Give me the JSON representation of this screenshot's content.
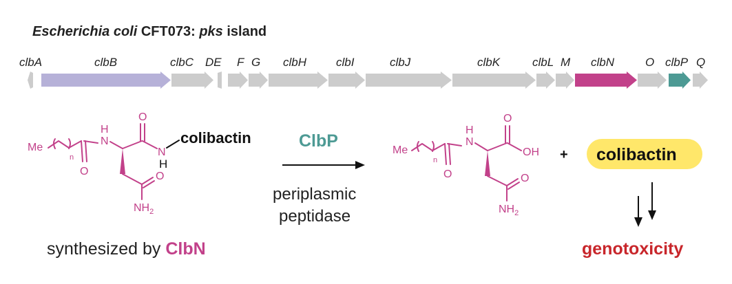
{
  "title": {
    "organism": "Escherichia coli",
    "strain": " CFT073: ",
    "island_italic": "pks",
    "island_word": " island"
  },
  "colors": {
    "gene_default": "#cccccc",
    "clbB": "#b6b1d8",
    "clbN": "#c2418a",
    "clbP": "#4d9a94",
    "magenta": "#c2418a",
    "teal": "#4d9a94",
    "red": "#c8262b",
    "highlight": "#ffe76a"
  },
  "genes": [
    "clbA",
    "clbB",
    "clbC",
    "DE",
    "F",
    "G",
    "clbH",
    "clbI",
    "clbJ",
    "clbK",
    "clbL",
    "M",
    "clbN",
    "O",
    "clbP",
    "Q"
  ],
  "reaction": {
    "substrate": {
      "me": "Me",
      "n": "n",
      "nh_top": "H",
      "n_top": "N",
      "o_left": "O",
      "o_top": "O",
      "n_right": "N",
      "h_right": "H",
      "o_side": "O",
      "nh2": "NH",
      "nh2_sub": "2",
      "attached": "colibactin"
    },
    "enzyme": "ClbP",
    "enzyme_desc_line1": "periplasmic",
    "enzyme_desc_line2": "peptidase",
    "product": {
      "me": "Me",
      "n": "n",
      "n_top": "N",
      "nh_top": "H",
      "o_left": "O",
      "o_top": "O",
      "oh": "OH",
      "o_side": "O",
      "nh2": "NH",
      "nh2_sub": "2"
    },
    "plus": "+",
    "released": "colibactin",
    "synth_prefix": "synthesized by ",
    "synth_enzyme": "ClbN",
    "outcome": "genotoxicity"
  }
}
